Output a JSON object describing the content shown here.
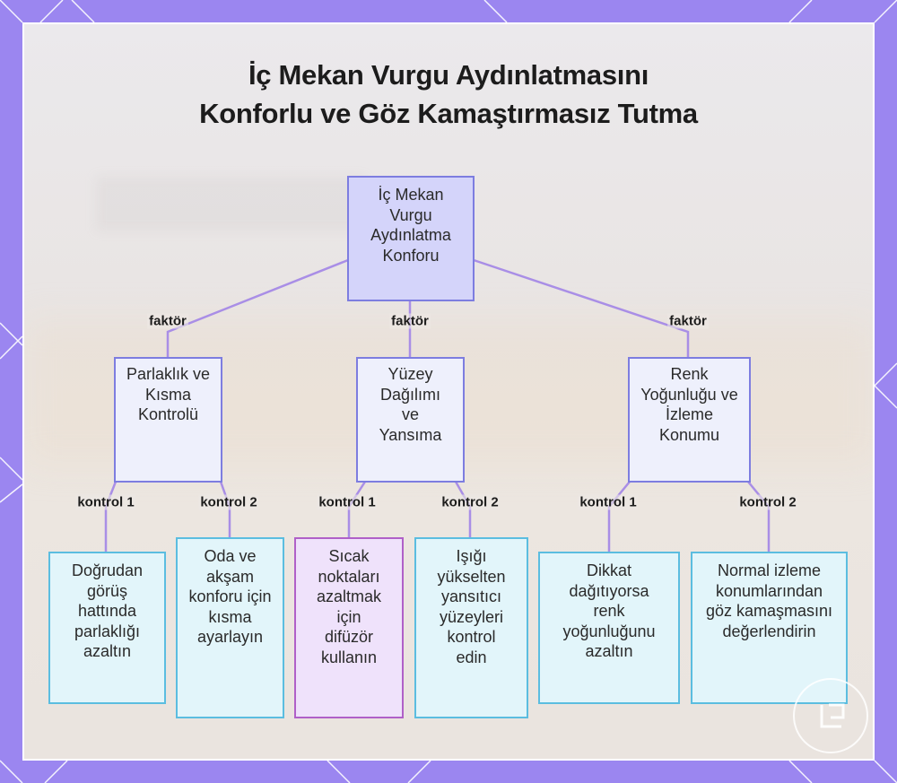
{
  "title": {
    "line1": "İç Mekan Vurgu Aydınlatmasını",
    "line2": "Konforlu ve Göz Kamaştırmasız Tutma"
  },
  "root": {
    "label": "İç Mekan Vurgu Aydınlatma Konforu"
  },
  "edge_labels": {
    "factor": "faktör",
    "control1": "kontrol 1",
    "control2": "kontrol 2"
  },
  "factors": [
    {
      "label": "Parlaklık ve Kısma Kontrolü",
      "controls": [
        "Doğrudan görüş hattında parlaklığı azaltın",
        "Oda ve akşam konforu için kısma ayarlayın"
      ]
    },
    {
      "label": "Yüzey Dağılımı ve Yansıma",
      "controls": [
        "Sıcak noktaları azaltmak için difüzör kullanın",
        "Işığı yükselten yansıtıcı yüzeyleri kontrol edin"
      ]
    },
    {
      "label": "Renk Yoğunluğu ve İzleme Konumu",
      "controls": [
        "Dikkat dağıtıyorsa renk yoğunluğunu azaltın",
        "Normal izleme konumlarından göz kamaşmasını değerlendirin"
      ]
    }
  ],
  "colors": {
    "frame": "#9b86f0",
    "edge": "#a98ee6",
    "root_fill": "#d4d4fa",
    "node_border": "#7d7de0",
    "leaf_fill": "#e2f5fa",
    "leaf_border": "#5bbde0",
    "highlight_fill": "#efe2fb",
    "highlight_border": "#b060c8"
  }
}
